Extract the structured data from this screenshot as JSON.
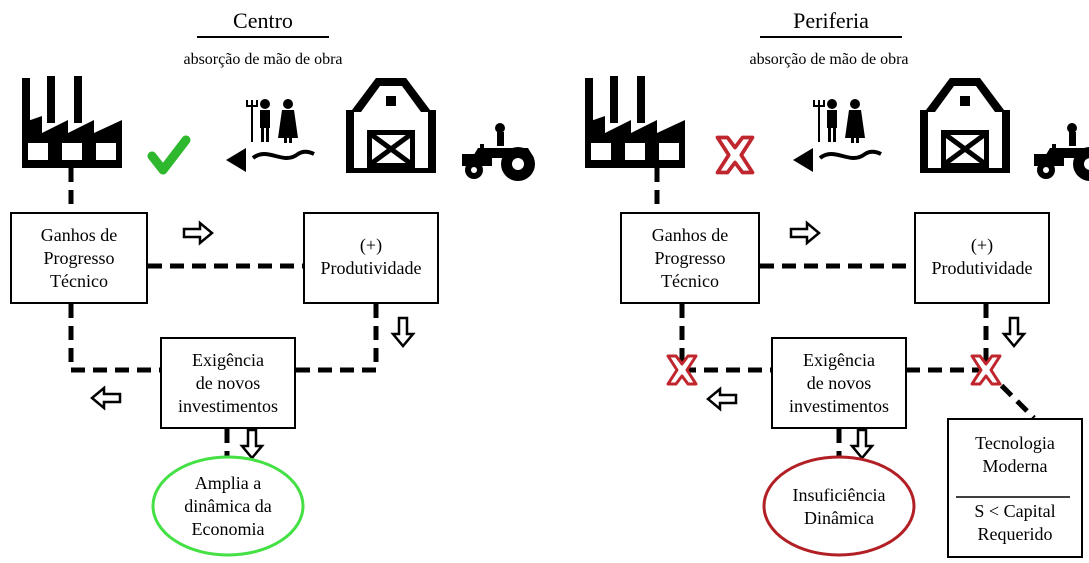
{
  "centro": {
    "title": "Centro",
    "subtitle": "absorção de mão de obra",
    "box_ganhos": [
      "Ganhos de",
      "Progresso",
      "Técnico"
    ],
    "box_produtividade": [
      "(+)",
      "Produtividade"
    ],
    "box_exigencia": [
      "Exigência",
      "de novos",
      "investimentos"
    ],
    "outcome": [
      "Amplia a",
      "dinâmica da",
      "Economia"
    ]
  },
  "periferia": {
    "title": "Periferia",
    "subtitle": "absorção de mão de obra",
    "box_ganhos": [
      "Ganhos de",
      "Progresso",
      "Técnico"
    ],
    "box_produtividade": [
      "(+)",
      "Produtividade"
    ],
    "box_exigencia": [
      "Exigência",
      "de novos",
      "investimentos"
    ],
    "outcome": [
      "Insuficiência",
      "Dinâmica"
    ],
    "tecnologia": {
      "title": [
        "Tecnologia",
        "Moderna"
      ],
      "formula": [
        "S < Capital",
        "Requerido"
      ]
    }
  },
  "colors": {
    "check": "#2db82d",
    "cross": "#c0262d",
    "outcome_centro": "#44e044",
    "outcome_periferia": "#b21f24"
  },
  "icons": [
    "factory-icon",
    "check-icon",
    "cross-icon",
    "workers-icon",
    "left-arrow-icon",
    "barn-icon",
    "tractor-icon",
    "right-arrow-icon",
    "down-arrow-icon"
  ]
}
